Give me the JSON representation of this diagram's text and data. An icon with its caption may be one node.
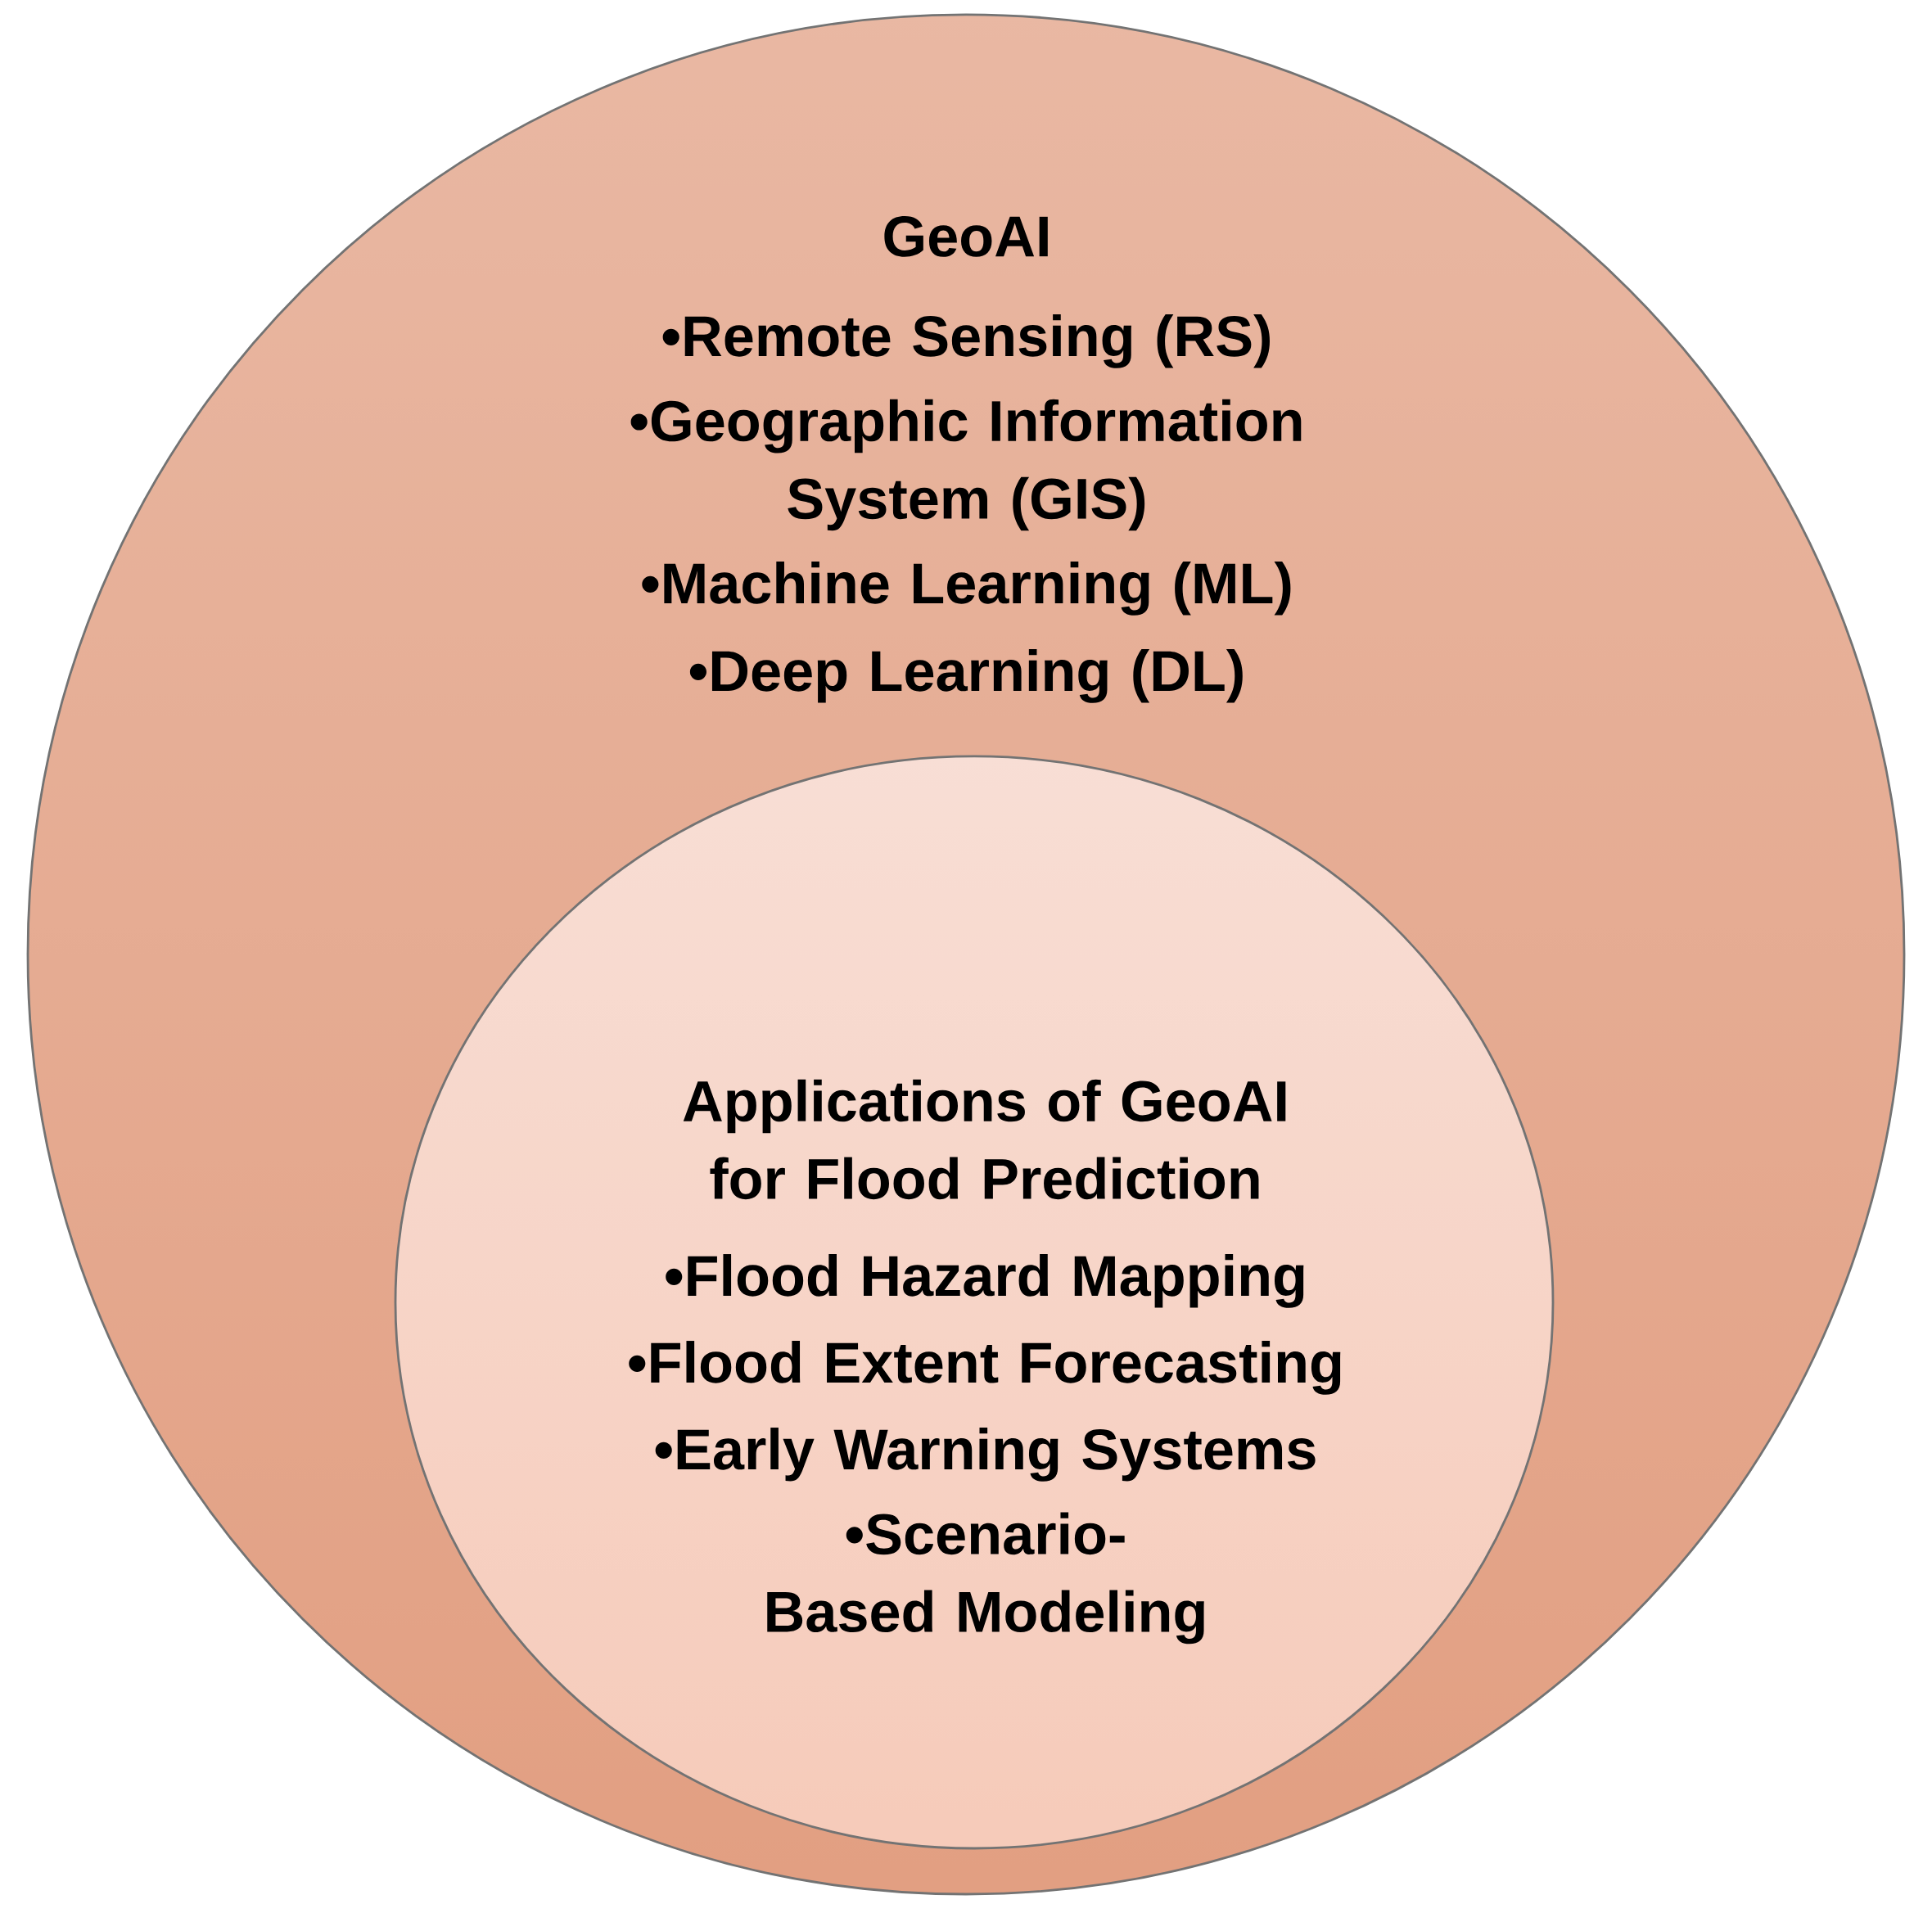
{
  "diagram": {
    "nodes": [
      {
        "text": [
          "GeoAI",
          "•Remote Sensing (RS)",
          "•Geographic Information System (GIS)",
          "•Machine Learning (ML)",
          "•Deep Learning (DL)"
        ]
      },
      {
        "text": [
          "Applications of GeoAI for Flood Prediction",
          "•Flood Hazard Mapping",
          "•Flood Extent Forecasting",
          "•Early Warning Systems",
          "•Scenario-Based Modeling"
        ],
        "in": 0
      }
    ]
  }
}
